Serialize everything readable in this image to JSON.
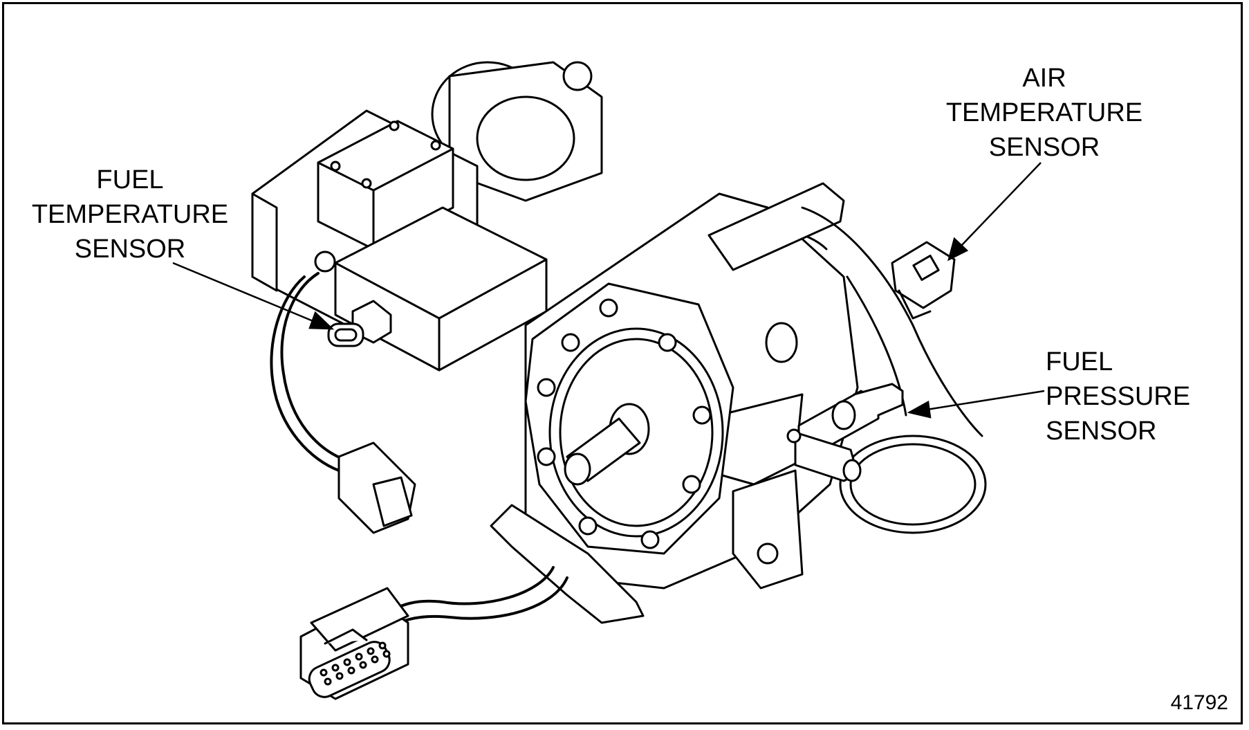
{
  "labels": {
    "fuel_temperature_sensor": [
      "FUEL",
      "TEMPERATURE",
      "SENSOR"
    ],
    "air_temperature_sensor": [
      "AIR",
      "TEMPERATURE",
      "SENSOR"
    ],
    "fuel_pressure_sensor": [
      "FUEL",
      "PRESSURE",
      "SENSOR"
    ]
  },
  "figure_number": "41792",
  "colors": {
    "ink": "#000000",
    "paper": "#ffffff"
  }
}
